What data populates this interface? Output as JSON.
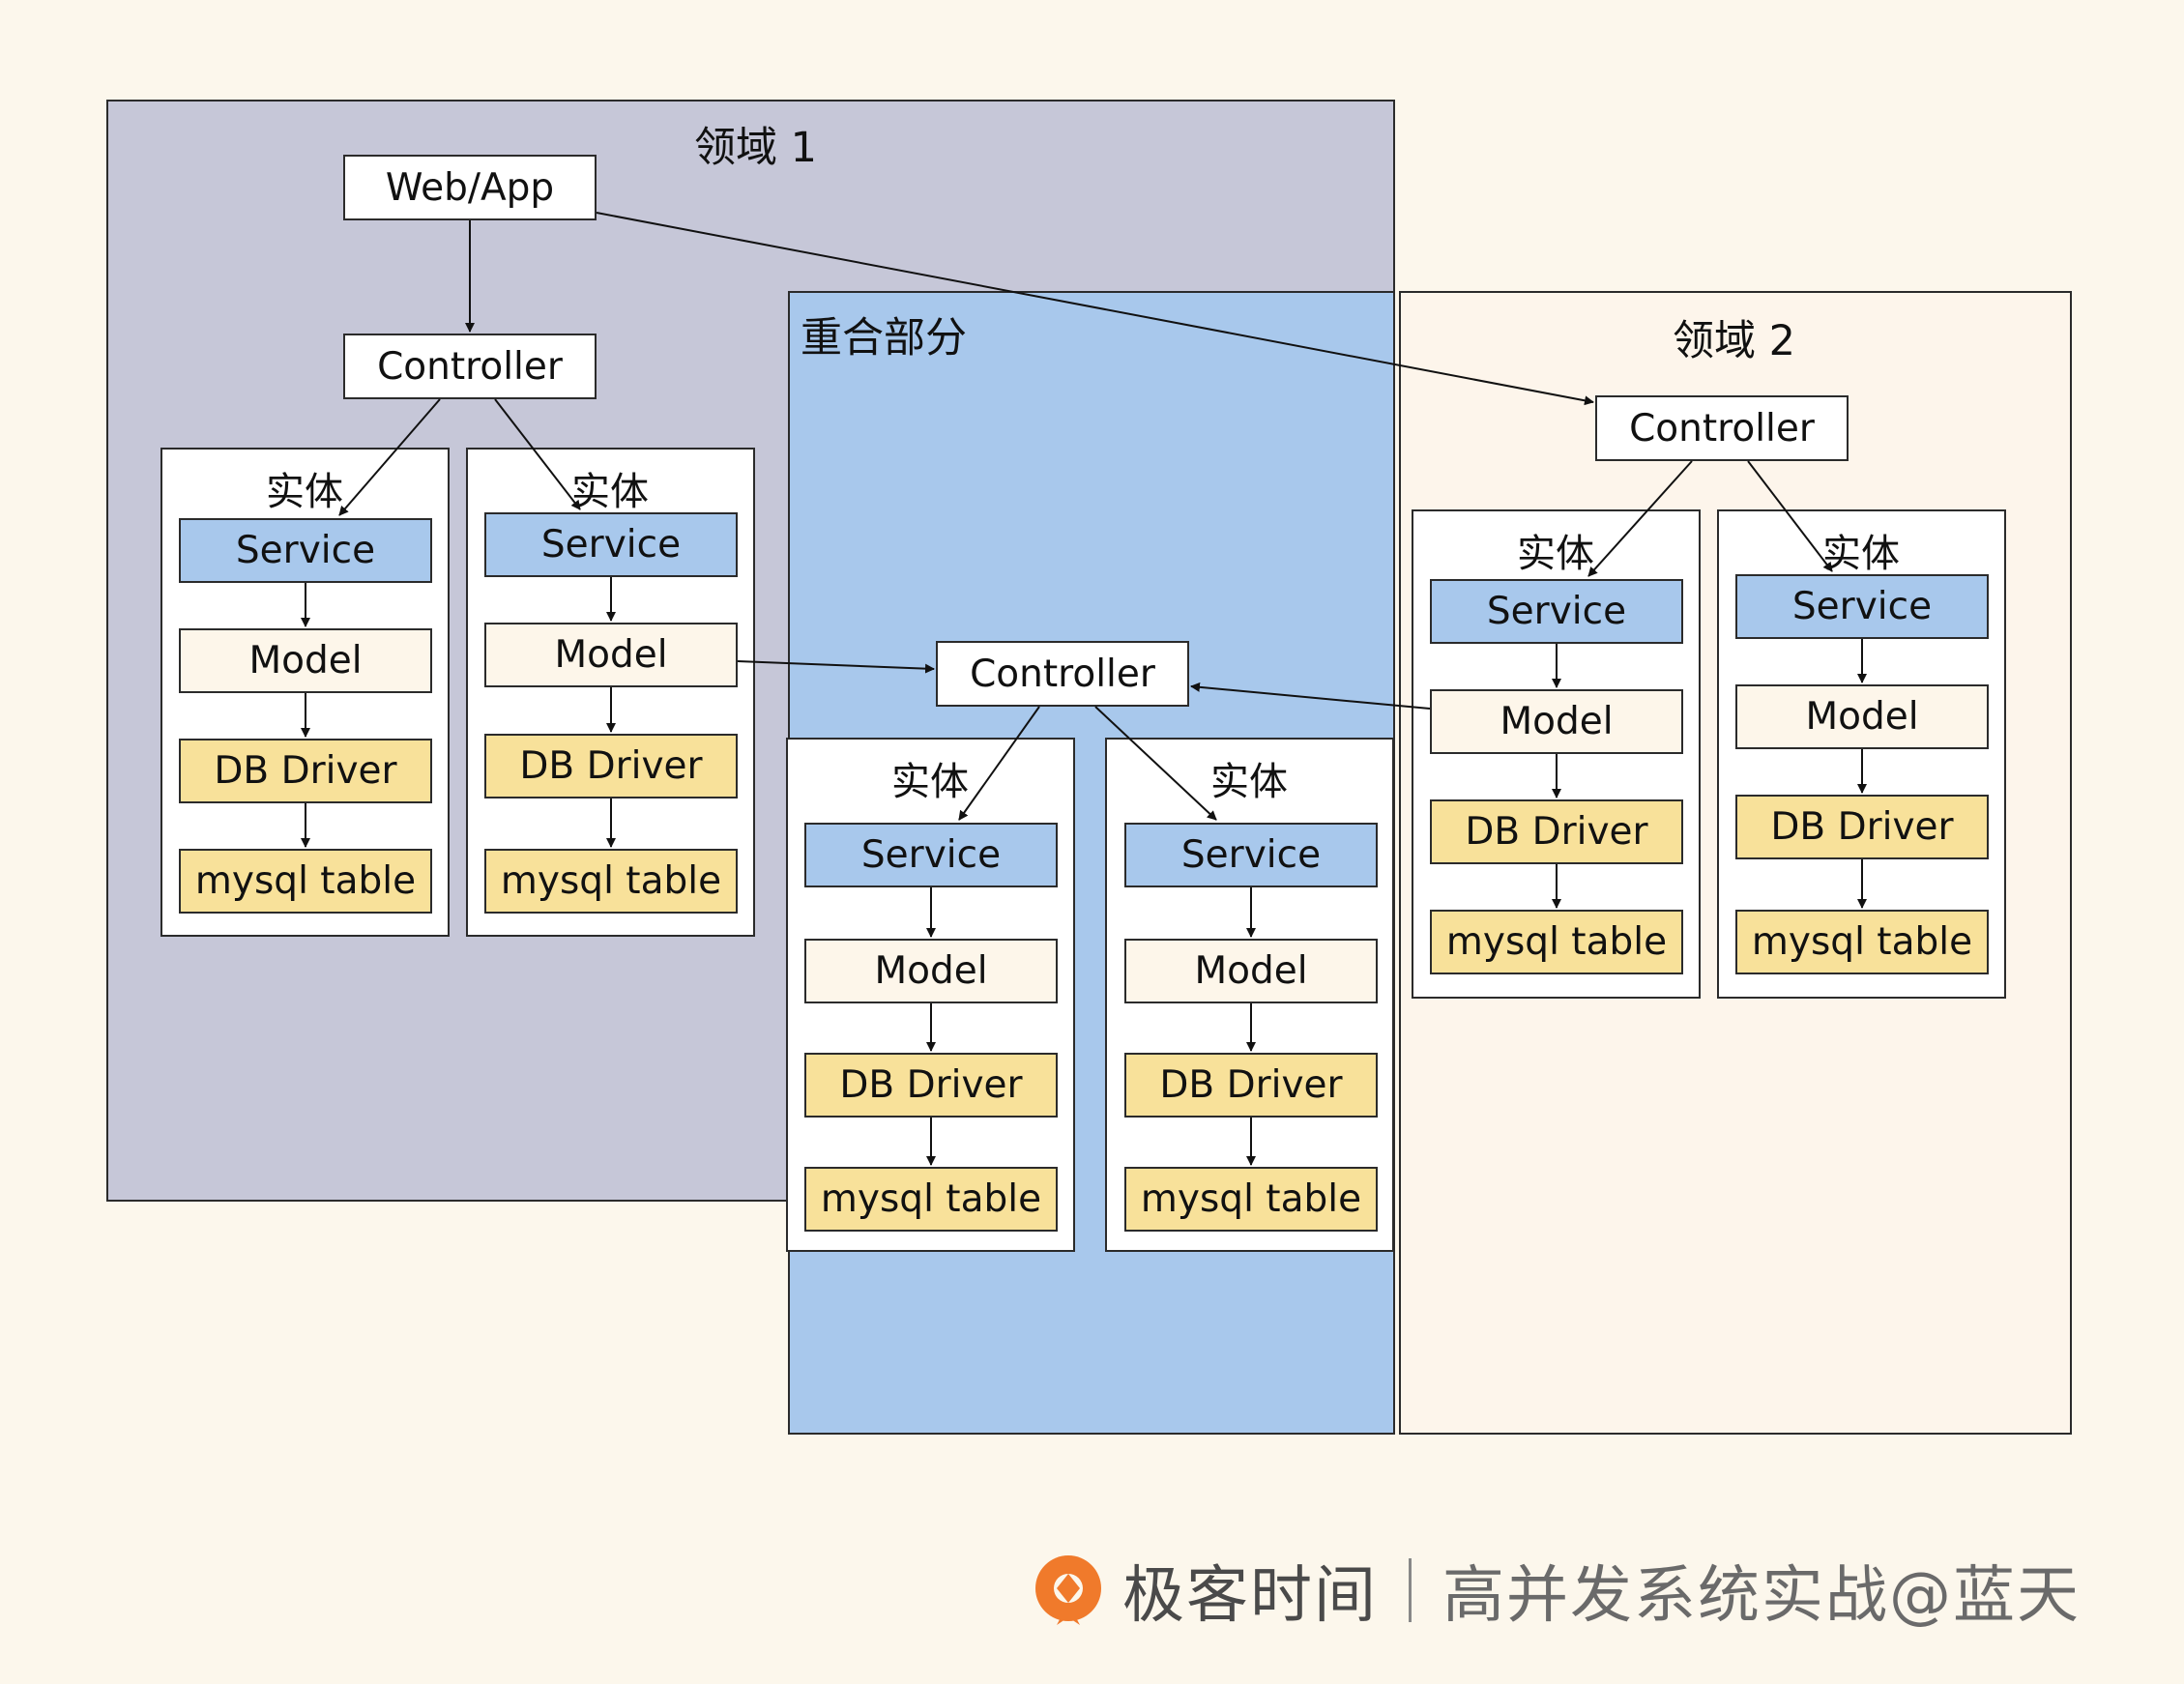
{
  "regions": {
    "domain1": "领域 1",
    "overlap": "重合部分",
    "domain2": "领域 2"
  },
  "nodes": {
    "webapp": "Web/App",
    "controller": "Controller"
  },
  "entity": {
    "label": "实体",
    "service": "Service",
    "model": "Model",
    "driver": "DB Driver",
    "table": "mysql table"
  },
  "footer": {
    "brand": "极客时间",
    "course": "高并发系统实战@蓝天"
  },
  "colors": {
    "domain1": "#c6c7d8",
    "overlap": "#a8c8ec",
    "domain2": "#fdf5eb",
    "service": "#a8c8ec",
    "driver": "#f8e19a",
    "logo": "#f07a2b"
  }
}
